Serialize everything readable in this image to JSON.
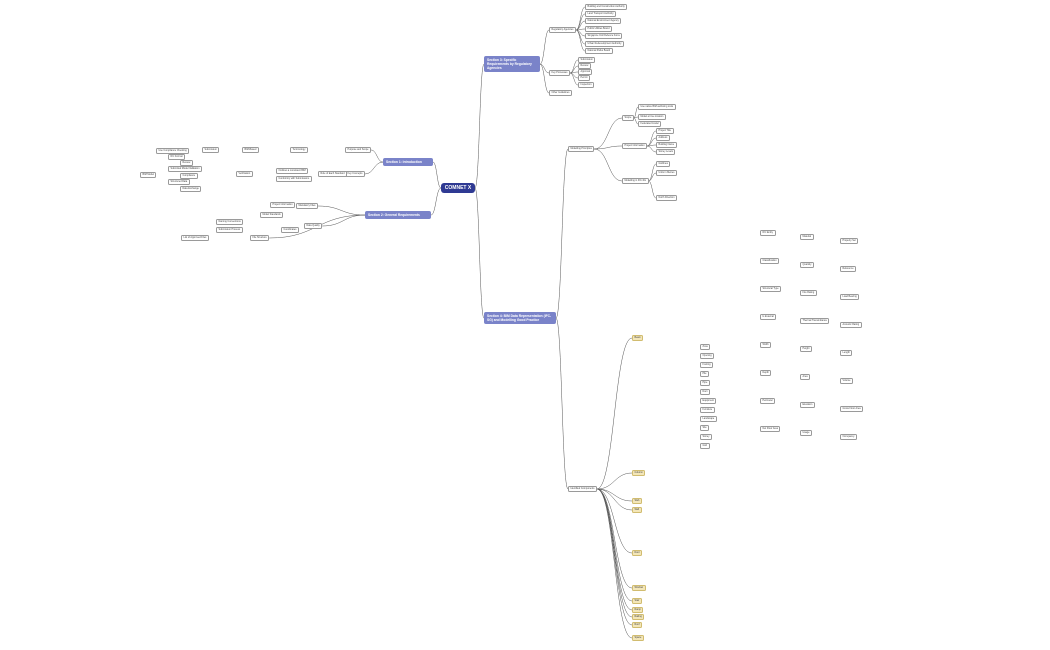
{
  "root": {
    "label": "COMNET X"
  },
  "section1": {
    "label": "Section 1: Introduction",
    "children": [
      "Purpose and Scope",
      "Key Concepts",
      "Role of Each Standard",
      "Terminology"
    ],
    "purpose_text": [
      "Outlines a consistent BIM",
      "Conformity with Submissions"
    ],
    "key_text": [
      "BIM-Based",
      "Submission",
      "Verification",
      "Review",
      "Compliance",
      "Data Exchange"
    ],
    "far_left": [
      "BIM Model",
      "Use Compliance Checking",
      "IFC Format",
      "Submitted Model Validation",
      "Structured Data"
    ]
  },
  "section2": {
    "label": "Section 2: General Requirements",
    "children": [
      "Mandatory Files",
      "Model Standards",
      "Data Quality",
      "Naming Conventions",
      "Submission Process",
      "File Structure"
    ],
    "left_items": [
      "List of Approved Files",
      "Project Information",
      "Coordinates"
    ]
  },
  "section3": {
    "label": "Section 3: Specific Requirements by Regulatory Agencies",
    "groups": [
      "Regulatory Agencies",
      "Key Processes",
      "Other Guidelines"
    ],
    "agencies": [
      "Building and Construction Authority",
      "Land Transport Authority",
      "National Environment Agency",
      "Public Utilities Board",
      "Singapore Civil Defence Force",
      "Urban Redevelopment Authority",
      "National Parks Board"
    ],
    "processes": [
      "Submission",
      "Review",
      "Approval",
      "Permit",
      "Inspection"
    ]
  },
  "section4": {
    "label": "Section 4: BIM Data Representation (IFC-SG) and Modelling Good Practice",
    "branches": [
      "Modelling Principles",
      "Identified Components"
    ],
    "principles": [
      "Scope",
      "Project Information",
      "Modelling in IFC-SG"
    ],
    "principle_leaves": [
      "Use native BIM authoring tools",
      "Model at true location",
      "Federated model",
      "Project Title",
      "Address",
      "Building Name",
      "Storey Levels",
      "Gridlines",
      "Units in Metres",
      "North Direction"
    ],
    "components": [
      "Beam",
      "Column",
      "Slab",
      "Wall",
      "Door",
      "Window",
      "Stair",
      "Ramp",
      "Railing",
      "Roof",
      "Space",
      "Zone",
      "Opening",
      "Footing",
      "Pile",
      "Pipe",
      "Duct",
      "Equipment",
      "Furniture",
      "Landscape",
      "Site",
      "Storey",
      "Grid"
    ],
    "properties": [
      "IFC Entity",
      "Material",
      "Property Set",
      "Classification",
      "Quantity",
      "Reference",
      "Structural Type",
      "Fire Rating",
      "Load Bearing",
      "Is External",
      "Thermal Transmittance",
      "Acoustic Rating",
      "Width",
      "Height",
      "Length",
      "Depth",
      "Area",
      "Volume",
      "Perimeter",
      "Elevation",
      "Gross Floor Area",
      "Net Floor Area",
      "Usage",
      "Occupancy"
    ]
  }
}
